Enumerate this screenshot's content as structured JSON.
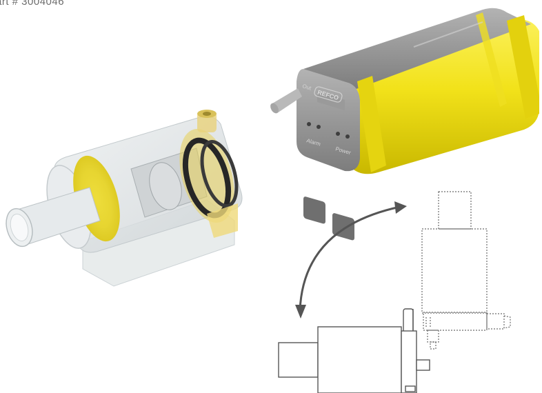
{
  "caption": {
    "part_number": "art # 3004046"
  },
  "pump": {
    "brand": "REFCO",
    "port_out": "Out",
    "port_alarm": "Alarm",
    "port_power": "Power"
  },
  "colors": {
    "accent_yellow": "#f2e21a",
    "housing_gray": "#8e8e8e",
    "line_art": "#6a6a6a",
    "arrow": "#555555"
  },
  "icons": [
    "curved-arrow-icon",
    "pump-outline-icon"
  ]
}
